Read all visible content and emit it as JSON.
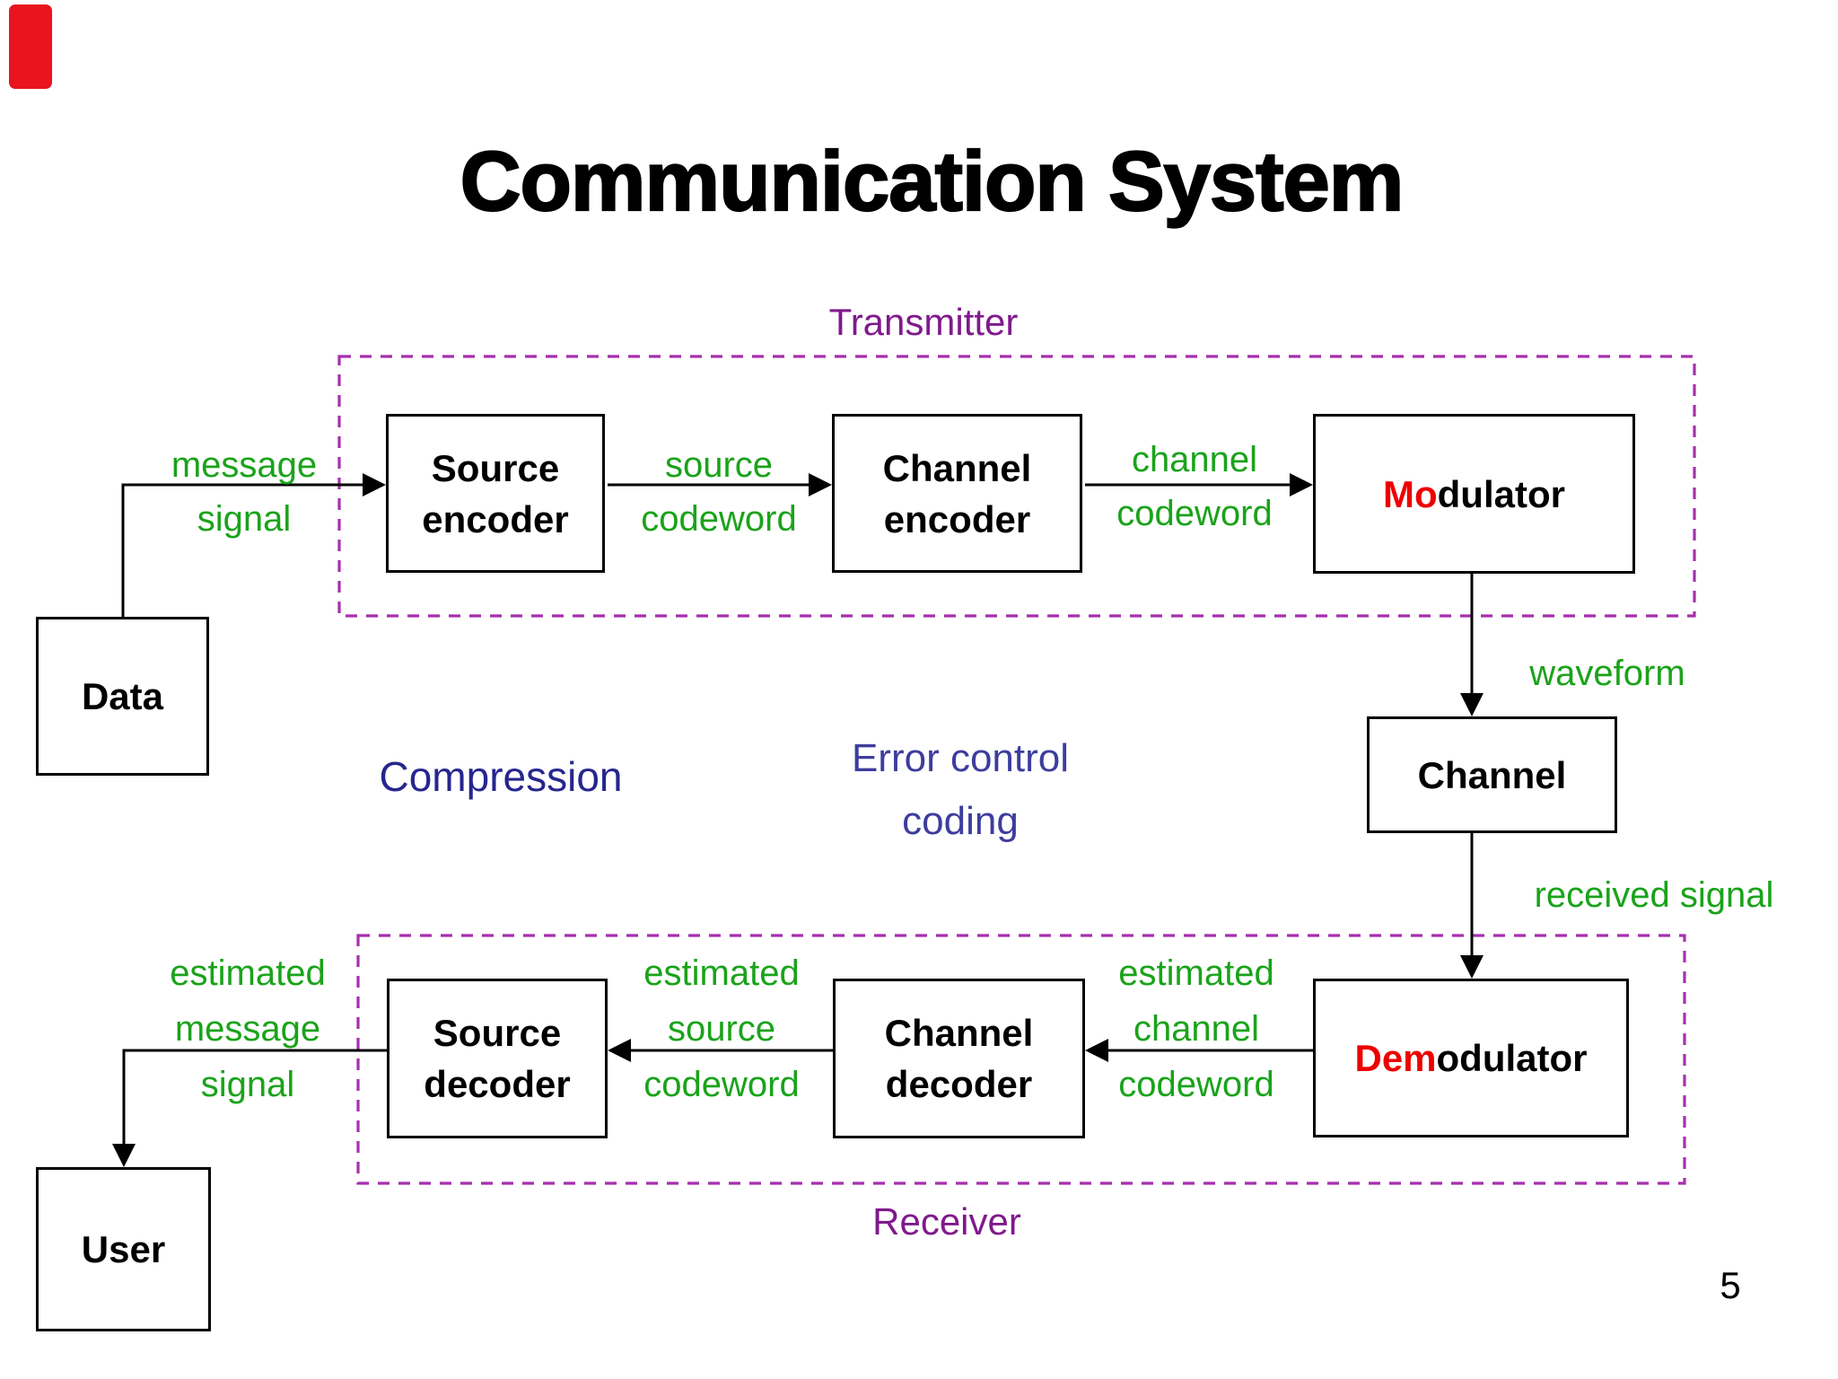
{
  "slide": {
    "title": "Communication System",
    "page_number": "5"
  },
  "groups": {
    "transmitter_label": "Transmitter",
    "receiver_label": "Receiver"
  },
  "boxes": {
    "source_encoder": {
      "line1": "Source",
      "line2": "encoder"
    },
    "channel_encoder": {
      "line1": "Channel",
      "line2": "encoder"
    },
    "modulator": {
      "highlight": "Mo",
      "rest": "dulator"
    },
    "channel": {
      "label": "Channel"
    },
    "demodulator": {
      "highlight": "Dem",
      "rest": "odulator"
    },
    "channel_decoder": {
      "line1": "Channel",
      "line2": "decoder"
    },
    "source_decoder": {
      "line1": "Source",
      "line2": "decoder"
    },
    "data": {
      "label": "Data"
    },
    "user": {
      "label": "User"
    }
  },
  "signals": {
    "message_signal": {
      "line1": "message",
      "line2": "signal"
    },
    "source_codeword": {
      "line1": "source",
      "line2": "codeword"
    },
    "channel_codeword": {
      "line1": "channel",
      "line2": "codeword"
    },
    "waveform": "waveform",
    "received_signal": "received signal",
    "estimated_message_signal": {
      "line1": "estimated",
      "line2": "message",
      "line3": "signal"
    },
    "estimated_source_codeword": {
      "line1": "estimated",
      "line2": "source",
      "line3": "codeword"
    },
    "estimated_channel_codeword": {
      "line1": "estimated",
      "line2": "channel",
      "line3": "codeword"
    }
  },
  "annotations": {
    "compression": "Compression",
    "error_control": {
      "line1": "Error control",
      "line2": "coding"
    }
  },
  "colors": {
    "green": "#1aa31a",
    "purple_text": "#801a8c",
    "dash_purple": "#a62fae",
    "blue_compression": "#26268e",
    "blue_error": "#3d3d9e",
    "red_accent": "#ee0000",
    "red_corner": "#e8141e"
  }
}
